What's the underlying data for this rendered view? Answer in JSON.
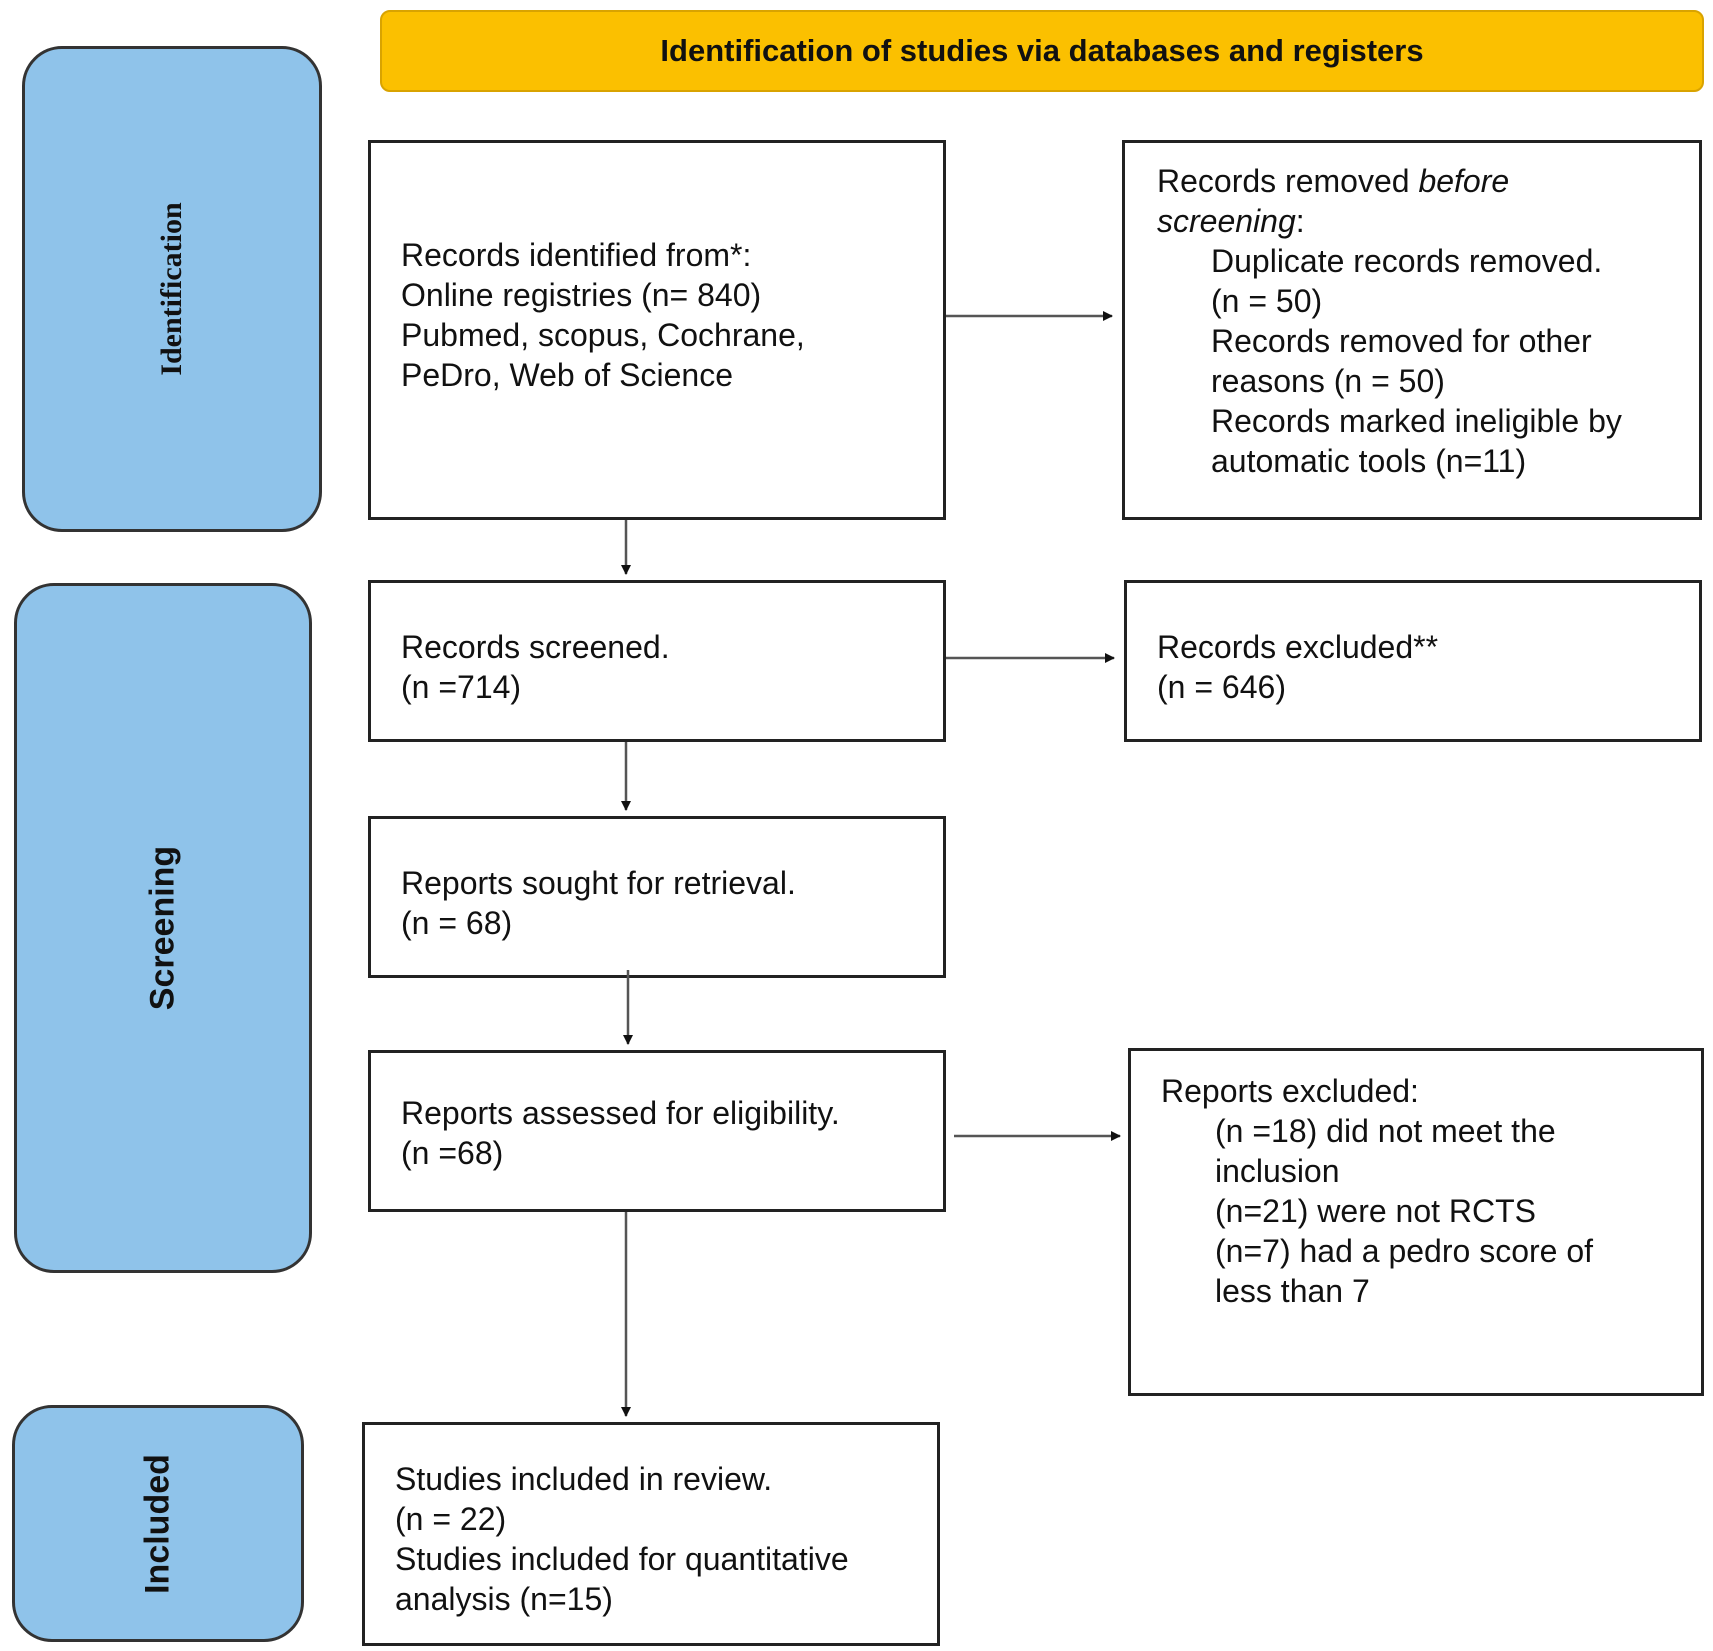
{
  "header": "Identification of studies via databases and registers",
  "phases": {
    "identification": "Identification",
    "screening": "Screening",
    "included": "Included"
  },
  "identified": {
    "lines": [
      "Records identified from*:",
      "Online registries (n= 840)",
      "Pubmed, scopus, Cochrane,",
      "PeDro, Web of Science"
    ]
  },
  "removed": {
    "title_pre": "Records removed ",
    "title_em": "before",
    "title_em2": "screening",
    "title_post": ":",
    "items": [
      "Duplicate records removed.",
      "(n = 50)",
      "Records removed for other",
      "reasons (n = 50)",
      "Records marked ineligible by",
      "automatic tools (n=11)"
    ]
  },
  "screened": {
    "lines": [
      "Records screened.",
      "(n =714)"
    ]
  },
  "excluded": {
    "lines": [
      "Records excluded**",
      "(n = 646)"
    ]
  },
  "sought": {
    "lines": [
      "Reports sought for retrieval.",
      "(n = 68)"
    ]
  },
  "assessed": {
    "lines": [
      "Reports assessed for eligibility.",
      "(n =68)"
    ]
  },
  "reports_excluded": {
    "title": "Reports excluded:",
    "items": [
      "(n =18) did not meet the",
      "inclusion",
      "(n=21) were not RCTS",
      "(n=7) had a pedro score of",
      "less than 7"
    ]
  },
  "included_box": {
    "lines": [
      "Studies included in review.",
      "(n = 22)",
      "Studies included for quantitative",
      "analysis (n=15)"
    ]
  }
}
